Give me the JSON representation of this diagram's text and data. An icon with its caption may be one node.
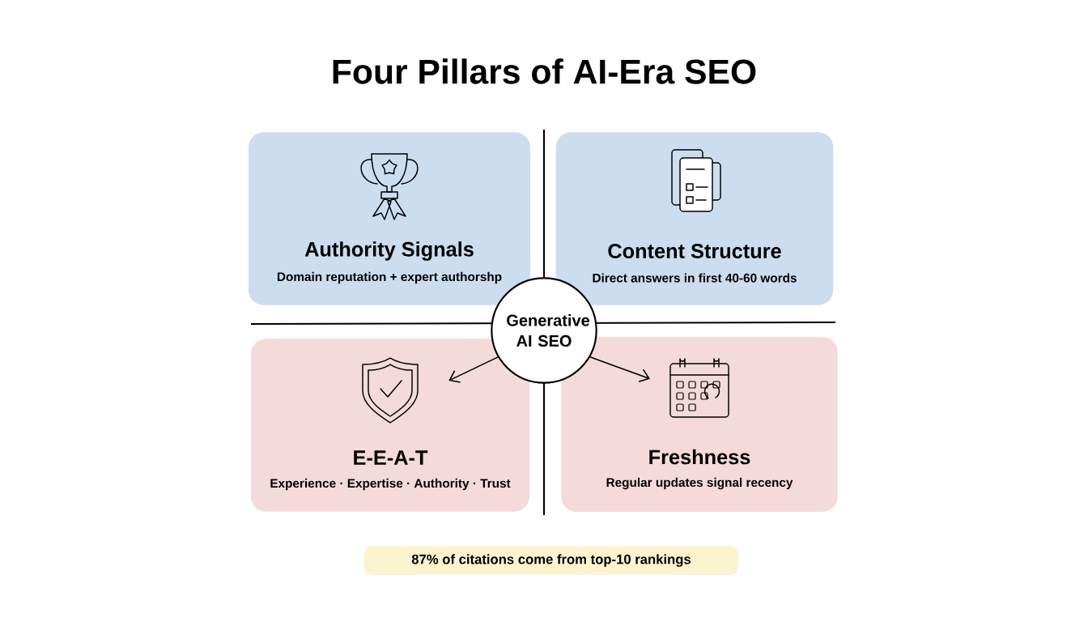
{
  "diagram": {
    "title": "Four Pillars of AI-Era SEO",
    "nodes": [
      {
        "text": [
          "Authority Signals",
          "Domain reputation + expert authorshp"
        ]
      },
      {
        "text": [
          "Content Structure",
          "Direct answers in first 40-60 words"
        ]
      },
      {
        "text": [
          "Generative AI SEO"
        ]
      },
      {
        "text": [
          "E-E-A-T",
          "Experience · Expertise · Authority · Trust"
        ]
      },
      {
        "text": [
          "Freshness",
          "Regular updates signal recency"
        ]
      },
      {
        "text": [
          "87% of citations come from top-10 rankings"
        ]
      }
    ],
    "edges": [
      {
        "from": 2,
        "to": 3,
        "arrow": "to"
      },
      {
        "from": 2,
        "to": 4,
        "arrow": "to"
      }
    ]
  }
}
